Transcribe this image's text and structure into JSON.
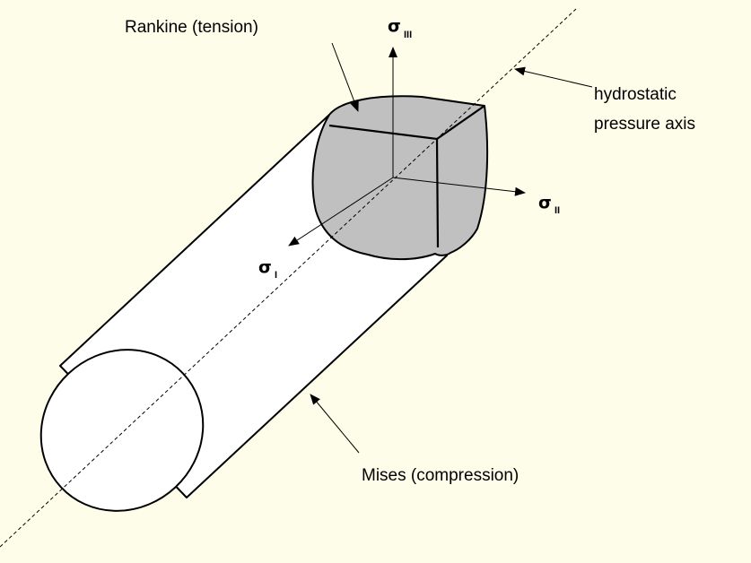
{
  "labels": {
    "rankine": "Rankine (tension)",
    "mises": "Mises (compression)",
    "hydro_line1": "hydrostatic",
    "hydro_line2": "pressure axis"
  },
  "axes": {
    "sigma_symbol": "σ",
    "sub_one": "I",
    "sub_two": "II",
    "sub_three": "III"
  },
  "colors": {
    "background": "#fdfde9",
    "tension_cap_fill": "#c0c0c0",
    "cylinder_fill": "#ffffff",
    "stroke": "#000000"
  }
}
